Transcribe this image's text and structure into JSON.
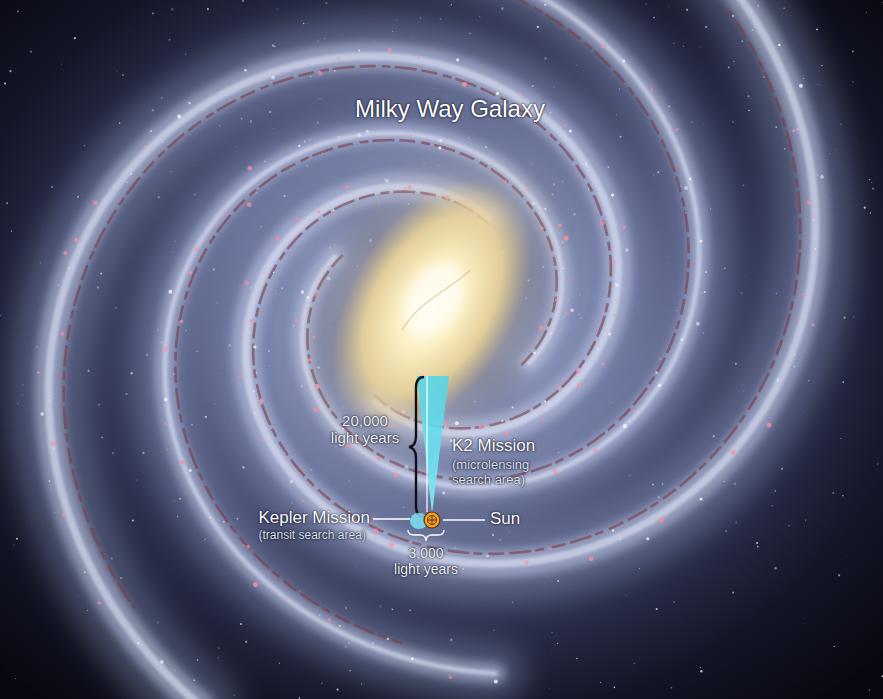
{
  "diagram": {
    "title": "Milky Way Galaxy",
    "labels": [
      "20,000 light years",
      "K2 Mission",
      "(microlensing search area)",
      "Kepler Mission",
      "(transit search area)",
      "3,000 light years",
      "Sun"
    ]
  }
}
